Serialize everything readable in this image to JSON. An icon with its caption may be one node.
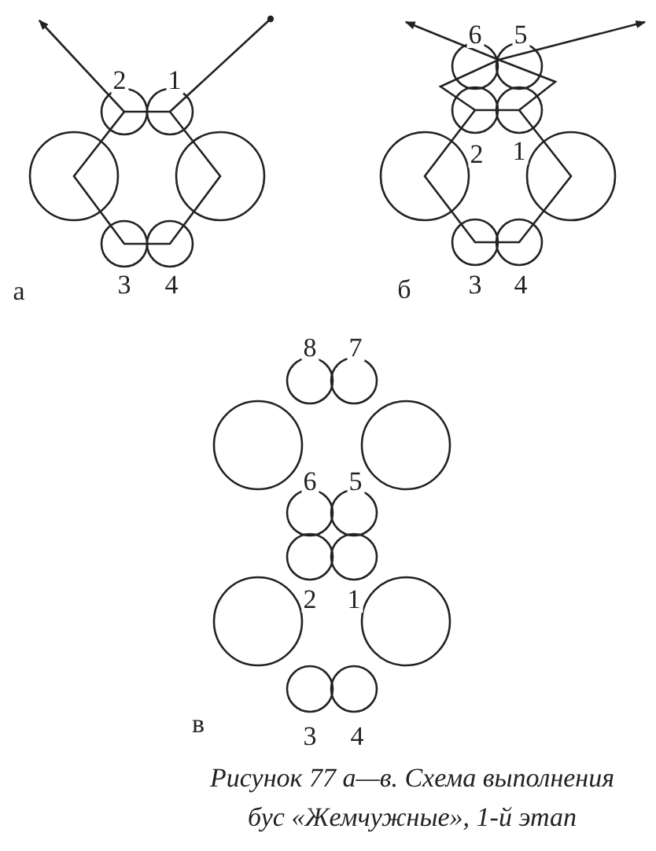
{
  "diagram": {
    "caption": "Рисунок 77 а—в. Схема выполнения бус «Жемчужные», 1-й этап",
    "labels": [
      "2",
      "1",
      "а",
      "3",
      "4",
      "6",
      "5",
      "2",
      "1",
      "б",
      "3",
      "4",
      "8",
      "7",
      "6",
      "5",
      "2",
      "1",
      "в",
      "3",
      "4"
    ]
  }
}
